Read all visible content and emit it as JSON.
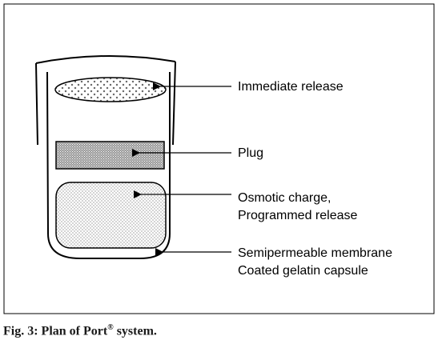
{
  "diagram": {
    "labels": {
      "immediate_release": "Immediate release",
      "plug": "Plug",
      "osmotic_line1": "Osmotic charge,",
      "osmotic_line2": "Programmed release",
      "membrane_line1": "Semipermeable membrane",
      "membrane_line2": "Coated gelatin capsule"
    },
    "colors": {
      "line": "#000000",
      "background": "#ffffff"
    }
  },
  "caption": {
    "prefix": "Fig. 3: Plan of Port",
    "registered": "®",
    "suffix": " system."
  }
}
